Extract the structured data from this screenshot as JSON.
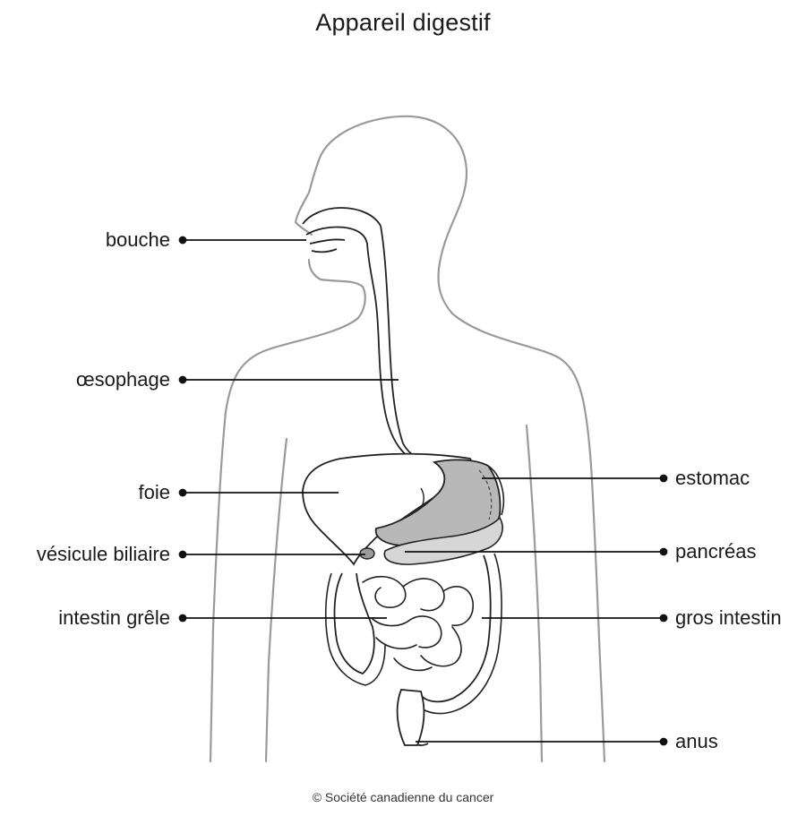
{
  "title": "Appareil digestif",
  "copyright": "© Société canadienne du cancer",
  "labels": {
    "bouche": "bouche",
    "oesophage": "œsophage",
    "foie": "foie",
    "vesicule": "vésicule biliaire",
    "intestin_grele": "intestin grêle",
    "estomac": "estomac",
    "pancreas": "pancréas",
    "gros_intestin": "gros intestin",
    "anus": "anus"
  },
  "colors": {
    "body_outline": "#9a9a9a",
    "organ_outline": "#222222",
    "stomach_fill": "#b8b8b8",
    "pancreas_fill": "#d6d6d6",
    "leader": "#111111"
  }
}
